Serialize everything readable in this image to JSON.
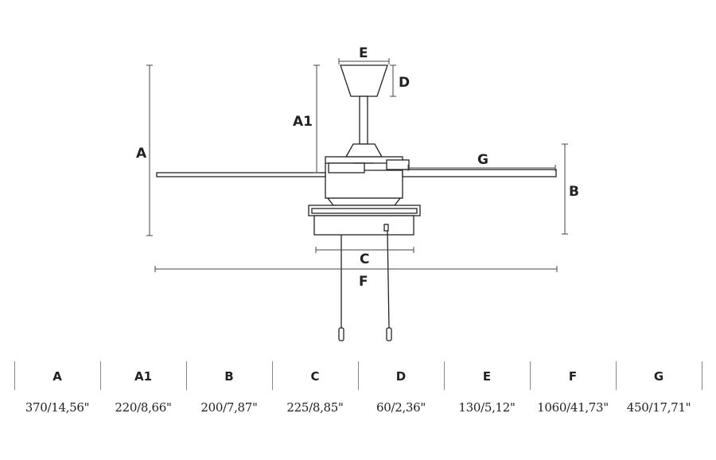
{
  "diagram": {
    "labels": {
      "A": "A",
      "A1": "A1",
      "B": "B",
      "C": "C",
      "D": "D",
      "E": "E",
      "F": "F",
      "G": "G"
    }
  },
  "table": {
    "columns": [
      {
        "header": "A",
        "value": "370/14,56\""
      },
      {
        "header": "A1",
        "value": "220/8,66\""
      },
      {
        "header": "B",
        "value": "200/7,87\""
      },
      {
        "header": "C",
        "value": "225/8,85\""
      },
      {
        "header": "D",
        "value": "60/2,36\""
      },
      {
        "header": "E",
        "value": "130/5,12\""
      },
      {
        "header": "F",
        "value": "1060/41,73\""
      },
      {
        "header": "G",
        "value": "450/17,71\""
      }
    ]
  }
}
